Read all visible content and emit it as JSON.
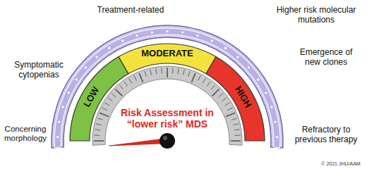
{
  "diagram": {
    "labels": [
      "Concerning morphology",
      "Symptomatic cytopenias",
      "Treatment-related",
      "Higher risk molecular mutations",
      "Emergence of new clones",
      "Refractory to previous therapy",
      "LOW",
      "MODERATE",
      "HIGH",
      "Risk Assessment in “lower risk” MDS",
      "© 2021 JHU/AAM"
    ]
  }
}
